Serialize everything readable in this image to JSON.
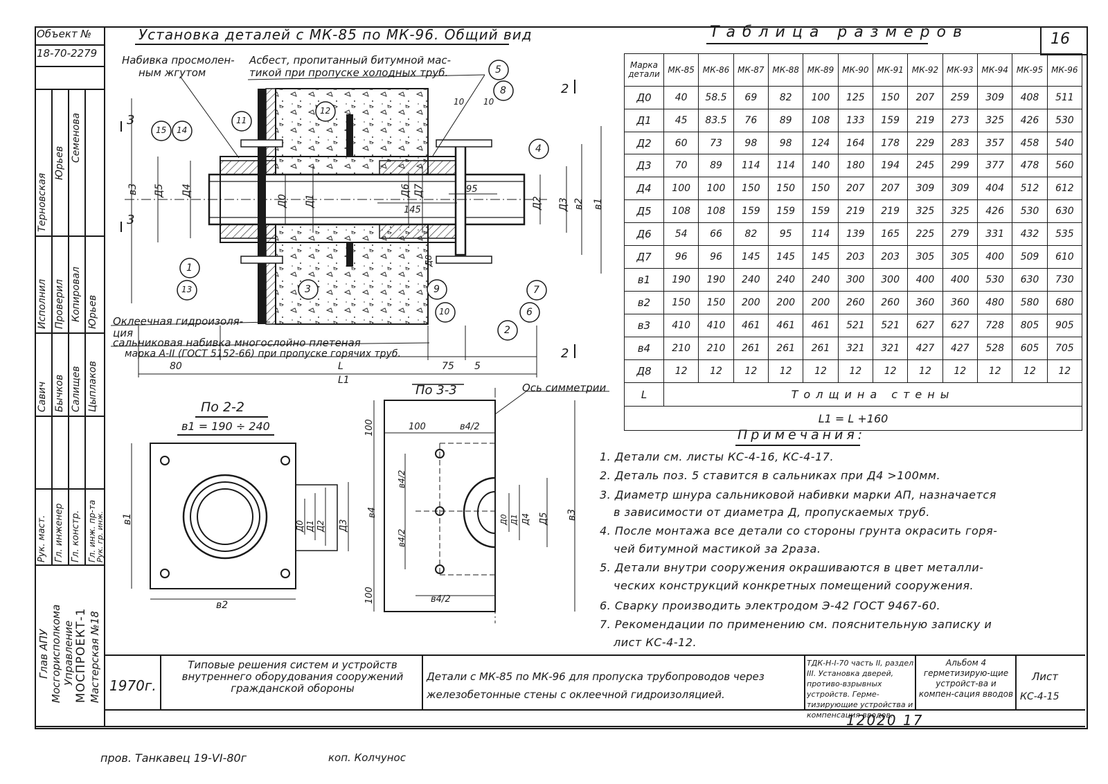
{
  "sheet": {
    "sheet_tag": "16",
    "object_label": "Объект №",
    "object_number": "18-70-2279",
    "drawing_title": "Установка деталей с МК-85 по МК-96. Общий вид"
  },
  "left_strip": {
    "names_top": [
      "Терновская",
      "Юрьев",
      "Семенова"
    ],
    "roles_mid": [
      "Исполнил",
      "Проверил",
      "Копировал"
    ],
    "names_mid": [
      "Савич",
      "Бычков",
      "Салищев",
      "Цыплаков",
      "Юрьев"
    ],
    "positions": [
      "Рук. маст.",
      "Гл. инженер",
      "Гл. констр.",
      "Гл. инж. пр-та",
      "Рук. гр. инж."
    ],
    "org_lines": [
      "Глав АПУ",
      "Мосгорисполкома",
      "Управление",
      "МОСПРОЕКТ-1",
      "Мастерская №18"
    ]
  },
  "table": {
    "title": "Таблица размеров",
    "corner_label": "Марка детали",
    "columns": [
      "МК-85",
      "МК-86",
      "МК-87",
      "МК-88",
      "МК-89",
      "МК-90",
      "МК-91",
      "МК-92",
      "МК-93",
      "МК-94",
      "МК-95",
      "МК-96"
    ],
    "rows": [
      {
        "label": "Д0",
        "values": [
          "40",
          "58.5",
          "69",
          "82",
          "100",
          "125",
          "150",
          "207",
          "259",
          "309",
          "408",
          "511"
        ]
      },
      {
        "label": "Д1",
        "values": [
          "45",
          "83.5",
          "76",
          "89",
          "108",
          "133",
          "159",
          "219",
          "273",
          "325",
          "426",
          "530"
        ]
      },
      {
        "label": "Д2",
        "values": [
          "60",
          "73",
          "98",
          "98",
          "124",
          "164",
          "178",
          "229",
          "283",
          "357",
          "458",
          "540"
        ]
      },
      {
        "label": "Д3",
        "values": [
          "70",
          "89",
          "114",
          "114",
          "140",
          "180",
          "194",
          "245",
          "299",
          "377",
          "478",
          "560"
        ]
      },
      {
        "label": "Д4",
        "values": [
          "100",
          "100",
          "150",
          "150",
          "150",
          "207",
          "207",
          "309",
          "309",
          "404",
          "512",
          "612"
        ]
      },
      {
        "label": "Д5",
        "values": [
          "108",
          "108",
          "159",
          "159",
          "159",
          "219",
          "219",
          "325",
          "325",
          "426",
          "530",
          "630"
        ]
      },
      {
        "label": "Д6",
        "values": [
          "54",
          "66",
          "82",
          "95",
          "114",
          "139",
          "165",
          "225",
          "279",
          "331",
          "432",
          "535"
        ]
      },
      {
        "label": "Д7",
        "values": [
          "96",
          "96",
          "145",
          "145",
          "145",
          "203",
          "203",
          "305",
          "305",
          "400",
          "509",
          "610"
        ]
      },
      {
        "label": "в1",
        "values": [
          "190",
          "190",
          "240",
          "240",
          "240",
          "300",
          "300",
          "400",
          "400",
          "530",
          "630",
          "730"
        ]
      },
      {
        "label": "в2",
        "values": [
          "150",
          "150",
          "200",
          "200",
          "200",
          "260",
          "260",
          "360",
          "360",
          "480",
          "580",
          "680"
        ]
      },
      {
        "label": "в3",
        "values": [
          "410",
          "410",
          "461",
          "461",
          "461",
          "521",
          "521",
          "627",
          "627",
          "728",
          "805",
          "905"
        ]
      },
      {
        "label": "в4",
        "values": [
          "210",
          "210",
          "261",
          "261",
          "261",
          "321",
          "321",
          "427",
          "427",
          "528",
          "605",
          "705"
        ]
      },
      {
        "label": "Д8",
        "values": [
          "12",
          "12",
          "12",
          "12",
          "12",
          "12",
          "12",
          "12",
          "12",
          "12",
          "12",
          "12"
        ]
      }
    ],
    "l_label": "L",
    "l_text": "Толщина стены",
    "l1_text": "L1 = L +160"
  },
  "notes": {
    "title": "Примечания:",
    "items": [
      "1. Детали см. листы КС-4-16, КС-4-17.",
      "2. Деталь поз. 5 ставится в сальниках при Д4 >100мм.",
      "3. Диаметр шнура сальниковой набивки марки АП, назначается",
      "в зависимости от диаметра Д, пропускаемых труб.",
      "4. После монтажа все детали со стороны грунта окрасить горя-",
      "чей битумной мастикой за 2раза.",
      "5. Детали внутри сооружения окрашиваются в цвет металли-",
      "ческих конструкций конкретных помещений сооружения.",
      "6. Сварку производить электродом Э-42 ГОСТ 9467-60.",
      "7. Рекомендации по применению см. пояснительную записку и",
      "лист КС-4-12."
    ]
  },
  "drawing": {
    "labels": {
      "tow": "Набивка просмолен-",
      "tow2": "ным жгутом",
      "asbestos": "Асбест, пропитанный битумной мас-",
      "asbestos2": "тикой при пропуске холодных труб.",
      "waterproof": "Оклеечная гидроизоля-",
      "waterproof2": "ция",
      "packing": "сальниковая набивка многослойно плетеная",
      "packing2": "марка А-II (ГОСТ 5152-66) при пропуске горячих труб."
    },
    "callouts": [
      "1",
      "2",
      "3",
      "4",
      "5",
      "6",
      "7",
      "8",
      "9",
      "10",
      "11",
      "12",
      "13",
      "14",
      "15"
    ],
    "section_marks": [
      "3",
      "3",
      "2",
      "2"
    ],
    "dims_main": [
      "в3",
      "Д5",
      "Д4",
      "Д0",
      "Д1",
      "Д6",
      "Д7",
      "145",
      "95",
      "10",
      "10",
      "Д2",
      "Д3",
      "в2",
      "в1",
      "Д8",
      "80",
      "L",
      "75",
      "5",
      "L1"
    ],
    "view22_title": "По 2-2",
    "view22_sub": "в1 = 190 ÷ 240",
    "view22_dims": [
      "в1",
      "в2",
      "Д0",
      "Д1",
      "Д2",
      "Д3"
    ],
    "view33_title": "По 3-3",
    "view33_axis": "Ось симметрии",
    "view33_dims": [
      "100",
      "в4/2",
      "100",
      "в4/2",
      "в4/2",
      "в4",
      "100",
      "в4/2",
      "Д0",
      "Д1",
      "Д4",
      "Д5",
      "в3"
    ]
  },
  "title_block": {
    "year": "1970г.",
    "series": "Типовые решения систем и устройств внутреннего оборудования сооружений гражданской обороны",
    "description": "Детали с МК-85 по МК-96 для пропуска трубопроводов через железобетонные стены с оклеечной гидроизоляцией.",
    "ref": "ТДК-Н-I-70 часть II, раздел III. Установка дверей, противо-взрывных устройств. Герме-тизирующие устройства и компенсация вводов.",
    "album": "Альбом 4 герметизирую-щие устройст-ва и компен-сация вводов",
    "sheet_label": "Лист",
    "sheet_code": "КС-4-15",
    "archive_no": "12020 17",
    "check_note": "пров. Танкавец 19-VI-80г",
    "copy_note": "коп. Колчунос"
  }
}
